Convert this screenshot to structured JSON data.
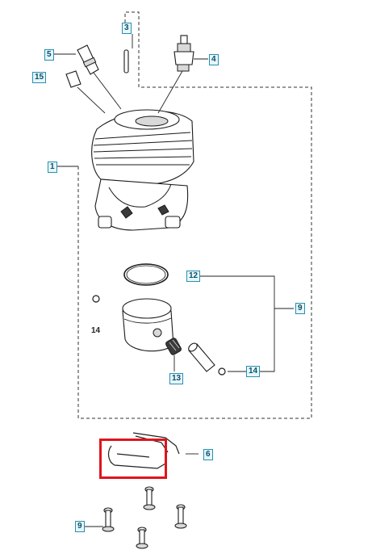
{
  "callouts": {
    "c1": "1",
    "c3": "3",
    "c4": "4",
    "c5": "5",
    "c6": "6",
    "c9a": "9",
    "c9b": "9",
    "c12": "12",
    "c13": "13",
    "c14": "14",
    "c15": "15"
  },
  "labels": {
    "piston_pin_clip": "14"
  },
  "highlight": {
    "color": "#e0141c",
    "target_part": "6"
  },
  "colors": {
    "callout_border": "#2a8fb0",
    "callout_fill": "#e6f6fb"
  }
}
